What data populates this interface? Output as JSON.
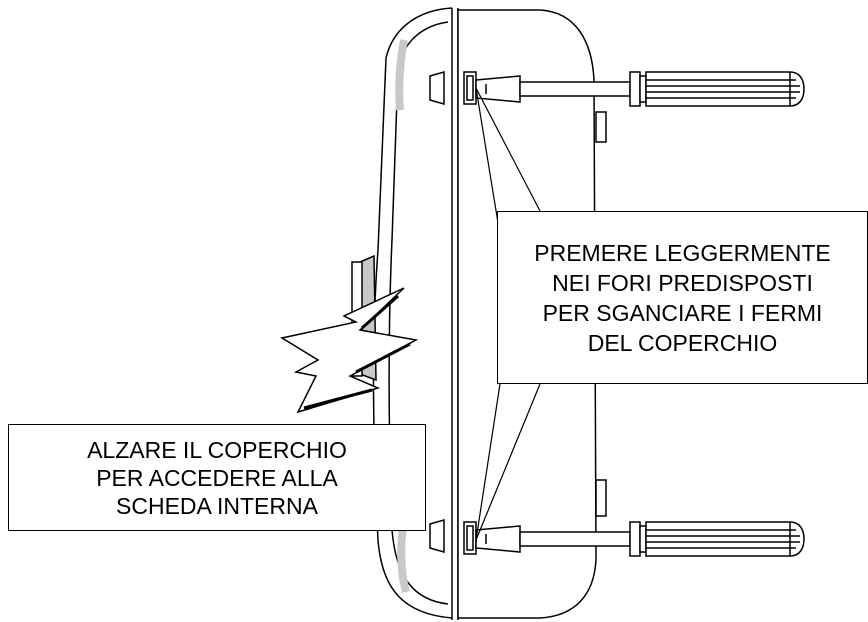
{
  "callouts": {
    "press_lines": [
      "PREMERE LEGGERMENTE",
      "NEI FORI PREDISPOSTI",
      "PER SGANCIARE I FERMI",
      "DEL COPERCHIO"
    ],
    "lift_lines": [
      "ALZARE IL COPERCHIO",
      "PER ACCEDERE ALLA",
      "SCHEDA  INTERNA"
    ]
  },
  "colors": {
    "line": "#000000",
    "fill": "#ffffff",
    "shade": "#c8c8c8"
  }
}
